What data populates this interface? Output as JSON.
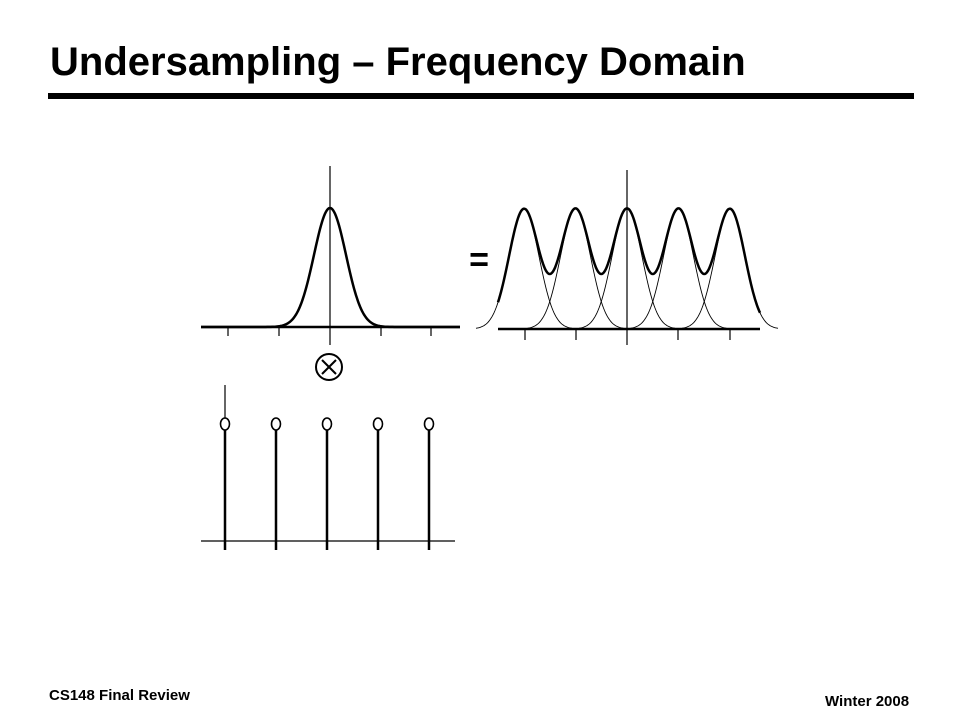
{
  "slide": {
    "title": "Undersampling – Frequency Domain",
    "footer_left": "CS148 Final Review",
    "footer_right": "Winter 2008"
  },
  "figure": {
    "equals_symbol": "=",
    "multiply_symbol": "⊗",
    "impulse_count": 5,
    "replica_count": 5,
    "stroke_color": "#000000"
  }
}
